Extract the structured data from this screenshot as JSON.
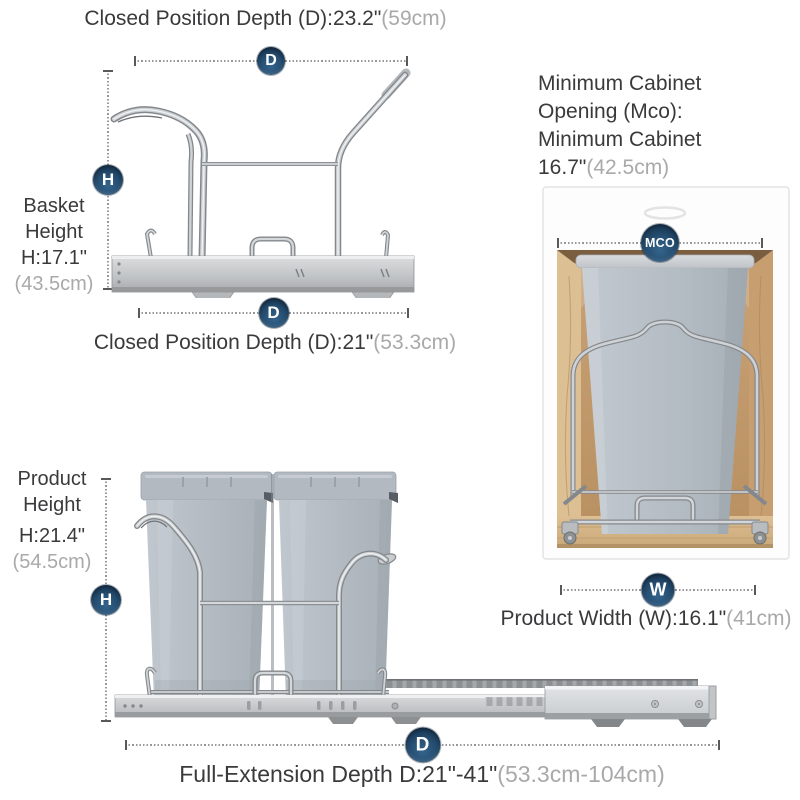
{
  "badges": {
    "depth": "D",
    "height": "H",
    "width": "W",
    "mco": "MCO"
  },
  "closed_view": {
    "title": "Closed Position Depth (D):23.2\"",
    "title_metric": "(59cm)",
    "basket_label_line1": "Basket",
    "basket_label_line2": "Height",
    "basket_label_line3": "H:17.1\"",
    "basket_label_metric": "(43.5cm)",
    "bottom_label": "Closed Position Depth (D):21\"",
    "bottom_label_metric": "(53.3cm)"
  },
  "cabinet_view": {
    "heading_line1": "Minimum Cabinet",
    "heading_line2": "Opening (Mco):",
    "heading_line3": "Minimum Cabinet",
    "heading_value": "16.7\"",
    "heading_metric": "(42.5cm)",
    "width_label": "Product Width (W):16.1\"",
    "width_label_metric": "(41cm)"
  },
  "extended_view": {
    "height_label_line1": "Product",
    "height_label_line2": "Height",
    "height_label_line3": "H:21.4\"",
    "height_label_metric": "(54.5cm)",
    "bottom_label": "Full-Extension Depth D:21\"-41\"",
    "bottom_label_metric": "(53.3cm-104cm)"
  },
  "colors": {
    "badge_navy": "#1d3c55",
    "metric_gray": "#a9a9ab",
    "text_dark": "#3a3a3c",
    "bin_gray": "#b2bac2",
    "cabinet_wood": "#c49a6c",
    "chrome": "#c9cdd0"
  }
}
